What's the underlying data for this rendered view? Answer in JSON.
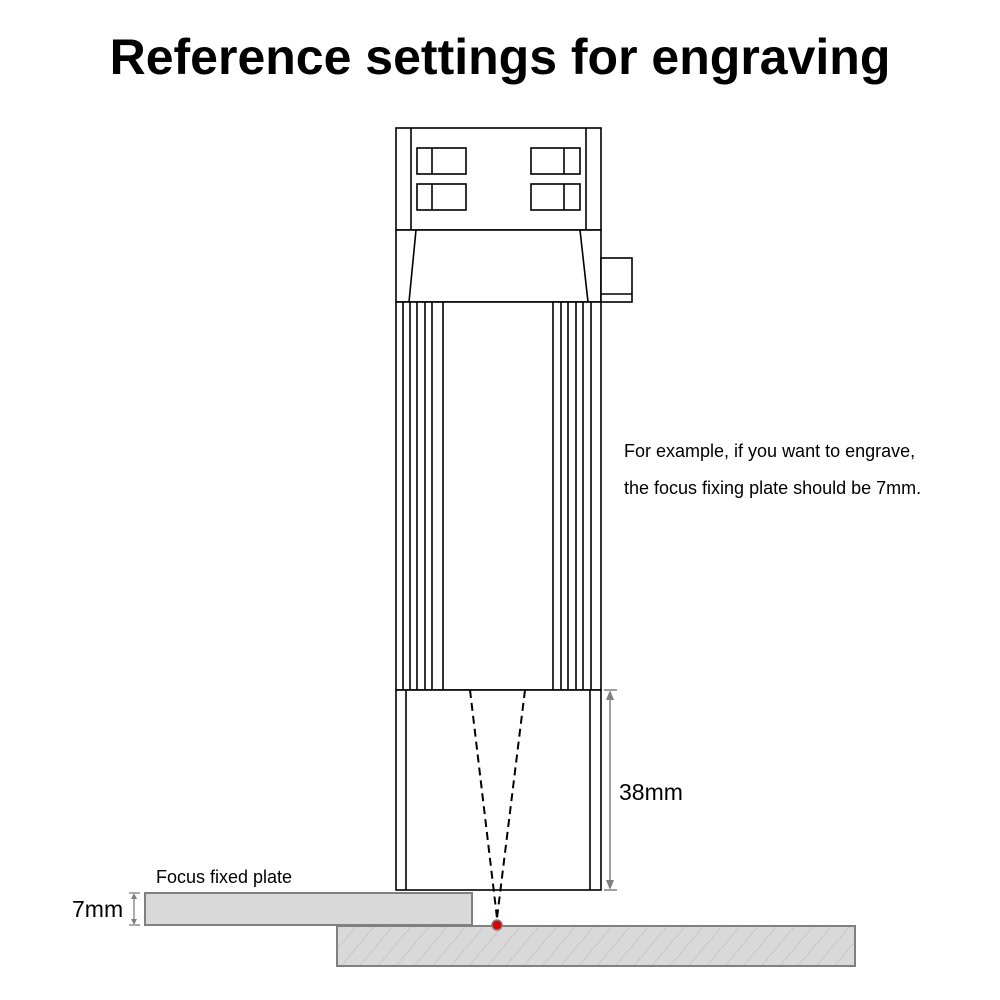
{
  "title": "Reference settings for engraving",
  "note": {
    "line1": "For example, if you want to engrave,",
    "line2": "the focus fixing plate should be 7mm."
  },
  "labels": {
    "distance": "38mm",
    "plate_thickness": "7mm",
    "plate_name": "Focus fixed plate"
  },
  "colors": {
    "focus_point": "#e00000",
    "plate_fill": "#d9d9d9",
    "plate_stroke": "#808080"
  }
}
